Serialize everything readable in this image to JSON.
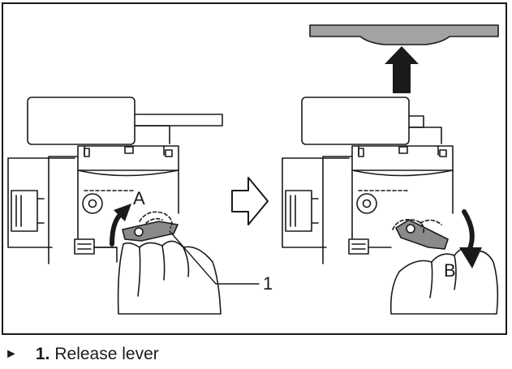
{
  "figure": {
    "label_a": "A",
    "label_b": "B",
    "callout_number": "1"
  },
  "legend": {
    "bullet": "►",
    "items": [
      {
        "number": "1.",
        "text": "Release lever"
      }
    ]
  }
}
